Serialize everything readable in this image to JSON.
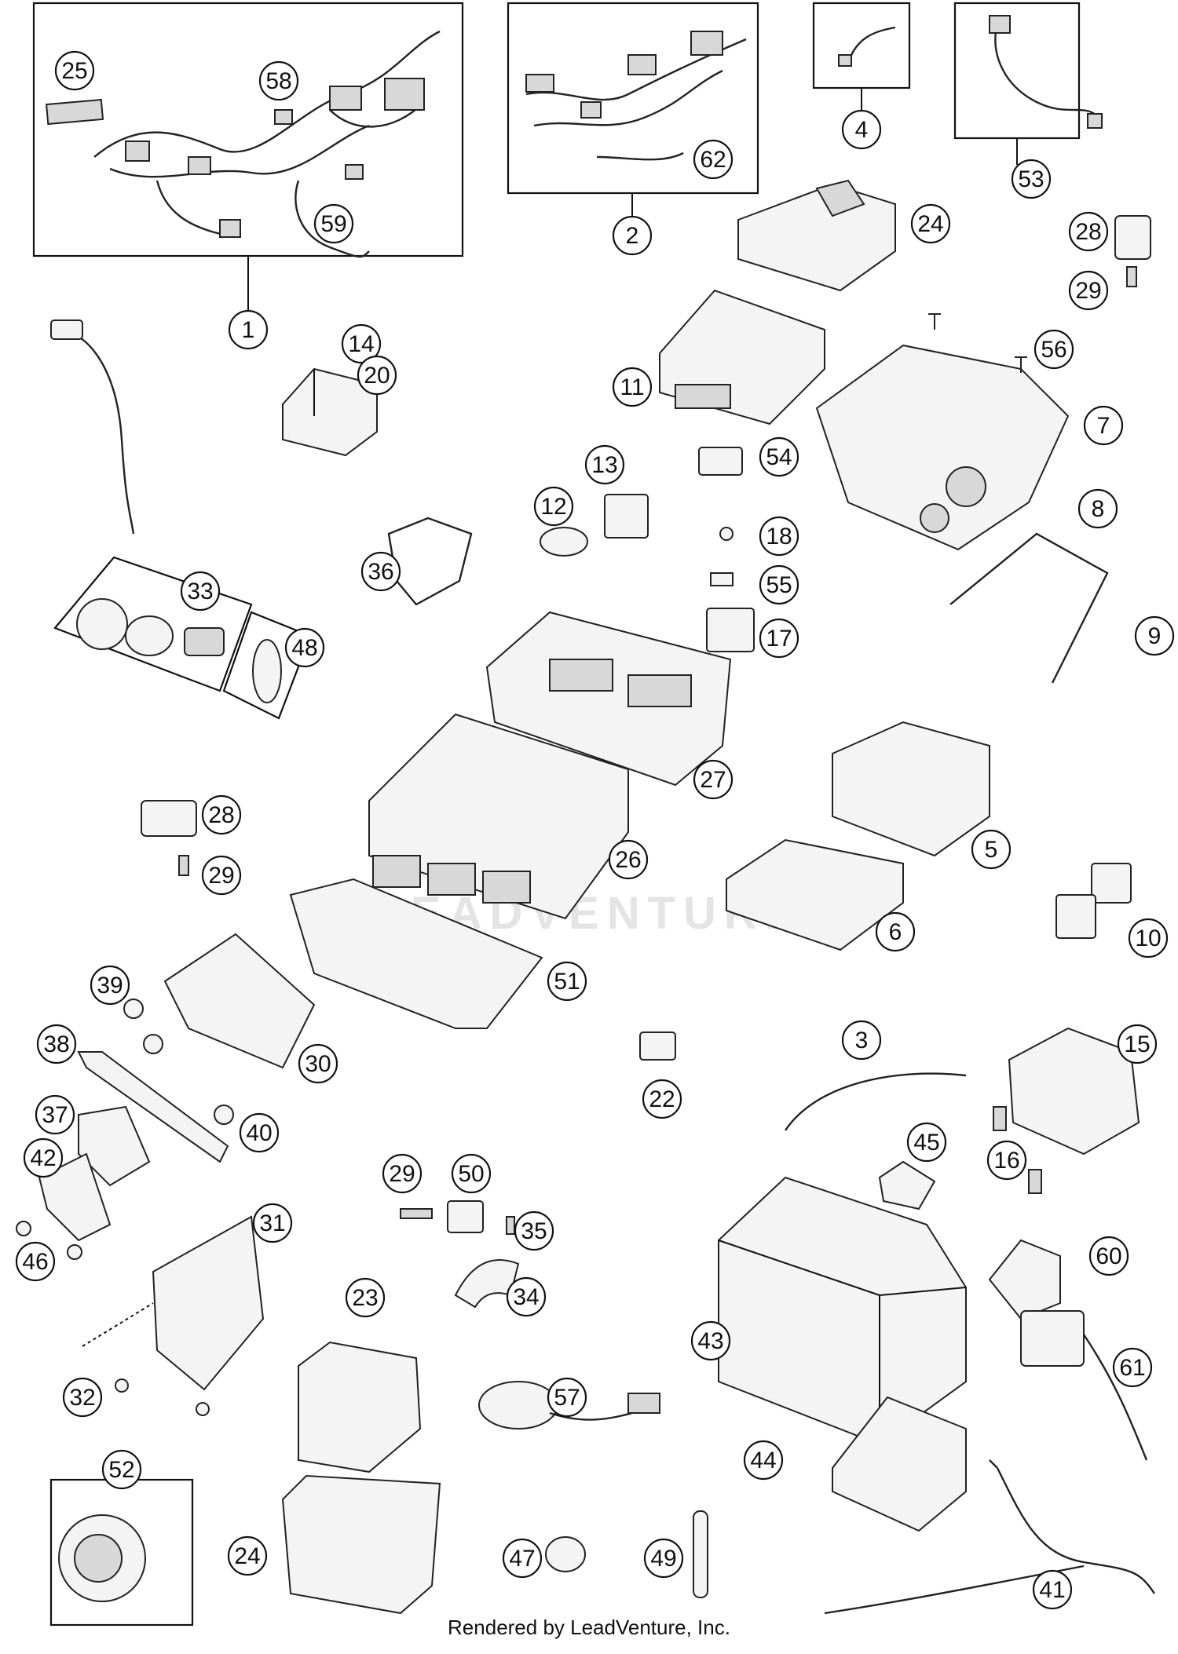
{
  "diagram": {
    "callouts": [
      "1",
      "2",
      "3",
      "4",
      "5",
      "6",
      "7",
      "8",
      "9",
      "10",
      "11",
      "12",
      "13",
      "14",
      "15",
      "16",
      "17",
      "18",
      "20",
      "22",
      "23",
      "24",
      "24",
      "25",
      "26",
      "27",
      "28",
      "28",
      "29",
      "29",
      "29",
      "30",
      "31",
      "32",
      "33",
      "34",
      "35",
      "36",
      "37",
      "38",
      "39",
      "40",
      "41",
      "42",
      "43",
      "44",
      "45",
      "46",
      "47",
      "48",
      "49",
      "50",
      "51",
      "52",
      "53",
      "54",
      "55",
      "56",
      "57",
      "58",
      "59",
      "60",
      "61",
      "62"
    ]
  },
  "watermark": "LEADVENTURE",
  "footer": "Rendered by LeadVenture, Inc."
}
